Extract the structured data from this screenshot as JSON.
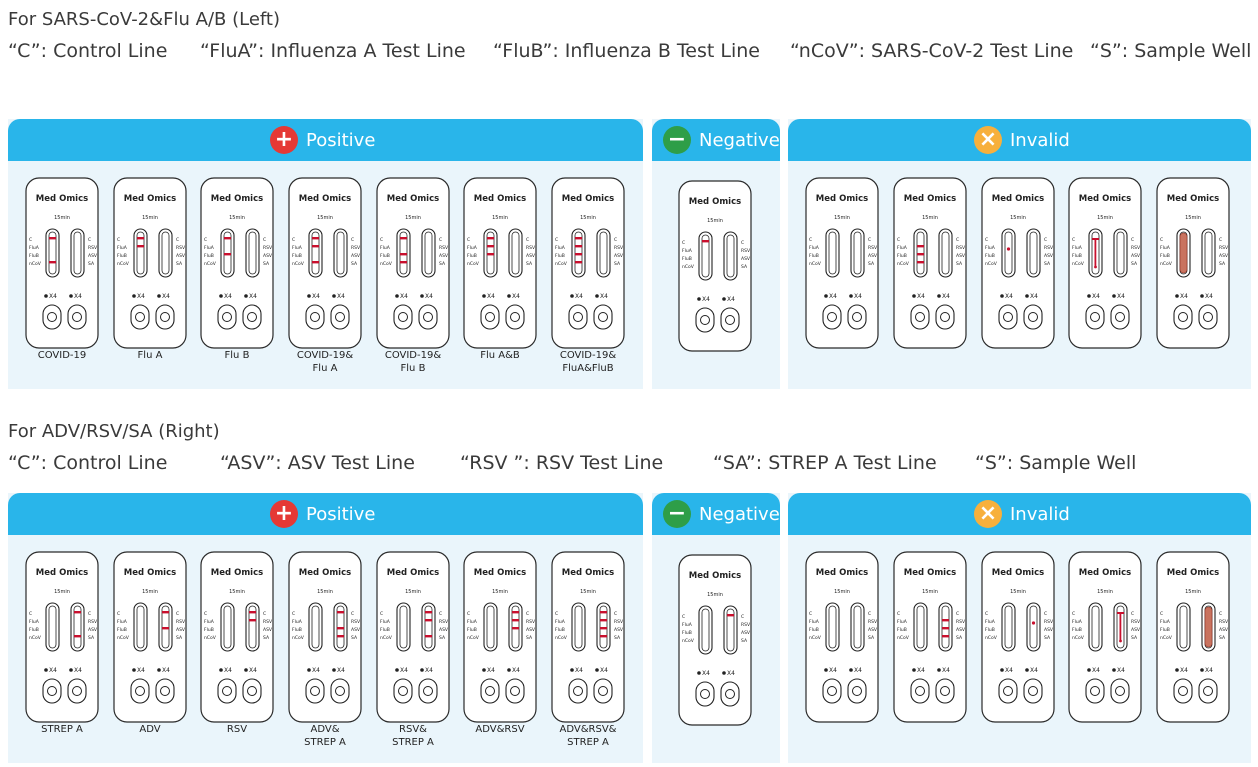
{
  "colors": {
    "header_bg": "#29b5ea",
    "panel_bg": "#eaf5fb",
    "line_red": "#c8102e",
    "positive_icon": "#e53935",
    "negative_icon": "#2e9e48",
    "invalid_icon": "#f7b03c"
  },
  "cassette_text": {
    "brand_a": "Med",
    "brand_b": "mics",
    "timer": "15min",
    "left_labels": [
      "C",
      "FluA",
      "FluB",
      "nCoV"
    ],
    "right_labels": [
      "C",
      "RSV",
      "ASV",
      "SA"
    ],
    "drop_label": "X4"
  },
  "sections": [
    {
      "title": "For SARS-CoV-2&Flu A/B (Left)",
      "legend": [
        "“C”: Control Line",
        "“FluA”: Influenza A Test Line",
        "“FluB”: Influenza B Test Line",
        "“nCoV”: SARS-CoV-2 Test Line",
        "“S”: Sample Well"
      ],
      "positive_label": "Positive",
      "negative_label": "Negative",
      "invalid_label": "Invalid",
      "positive": [
        {
          "caption": [
            "COVID-19"
          ],
          "lines": {
            "window": "left",
            "marks": [
              "C",
              "nCoV"
            ]
          }
        },
        {
          "caption": [
            "Flu A"
          ],
          "lines": {
            "window": "left",
            "marks": [
              "C",
              "FluA"
            ]
          }
        },
        {
          "caption": [
            "Flu B"
          ],
          "lines": {
            "window": "left",
            "marks": [
              "C",
              "FluB"
            ]
          }
        },
        {
          "caption": [
            "COVID-19&",
            "Flu A"
          ],
          "lines": {
            "window": "left",
            "marks": [
              "C",
              "FluA",
              "nCoV"
            ]
          }
        },
        {
          "caption": [
            "COVID-19&",
            "Flu B"
          ],
          "lines": {
            "window": "left",
            "marks": [
              "C",
              "FluB",
              "nCoV"
            ]
          }
        },
        {
          "caption": [
            "Flu A&B"
          ],
          "lines": {
            "window": "left",
            "marks": [
              "C",
              "FluA",
              "FluB"
            ]
          }
        },
        {
          "caption": [
            "COVID-19&",
            "FluA&FluB"
          ],
          "lines": {
            "window": "left",
            "marks": [
              "C",
              "FluA",
              "FluB",
              "nCoV"
            ]
          }
        }
      ],
      "negative": [
        {
          "caption": [],
          "lines": {
            "window": "left",
            "marks": [
              "C"
            ]
          }
        }
      ],
      "invalid": [
        {
          "caption": [],
          "lines": {
            "window": "left",
            "marks": []
          }
        },
        {
          "caption": [],
          "lines": {
            "window": "left",
            "marks": [
              "FluA",
              "FluB",
              "nCoV"
            ]
          }
        },
        {
          "caption": [],
          "lines": {
            "window": "left",
            "marks": [
              "dot-mid"
            ]
          }
        },
        {
          "caption": [],
          "lines": {
            "window": "left",
            "marks": [
              "partial"
            ]
          }
        },
        {
          "caption": [],
          "lines": {
            "window": "left",
            "marks": [
              "smear"
            ]
          }
        }
      ]
    },
    {
      "title": "For ADV/RSV/SA (Right)",
      "legend": [
        "“C”: Control Line",
        "“ASV”: ASV Test Line",
        "“RSV ”: RSV Test Line",
        "“SA”: STREP A Test Line",
        "“S”: Sample Well"
      ],
      "positive_label": "Positive",
      "negative_label": "Negative",
      "invalid_label": "Invalid",
      "positive": [
        {
          "caption": [
            "STREP A"
          ],
          "lines": {
            "window": "right",
            "marks": [
              "C",
              "SA"
            ]
          }
        },
        {
          "caption": [
            "ADV"
          ],
          "lines": {
            "window": "right",
            "marks": [
              "C",
              "ASV"
            ]
          }
        },
        {
          "caption": [
            "RSV"
          ],
          "lines": {
            "window": "right",
            "marks": [
              "C",
              "RSV"
            ]
          }
        },
        {
          "caption": [
            "ADV&",
            "STREP A"
          ],
          "lines": {
            "window": "right",
            "marks": [
              "C",
              "ASV",
              "SA"
            ]
          }
        },
        {
          "caption": [
            "RSV&",
            "STREP A"
          ],
          "lines": {
            "window": "right",
            "marks": [
              "C",
              "RSV",
              "SA"
            ]
          }
        },
        {
          "caption": [
            "ADV&RSV"
          ],
          "lines": {
            "window": "right",
            "marks": [
              "C",
              "RSV",
              "ASV"
            ]
          }
        },
        {
          "caption": [
            "ADV&RSV&",
            "STREP A"
          ],
          "lines": {
            "window": "right",
            "marks": [
              "C",
              "RSV",
              "ASV",
              "SA"
            ]
          }
        }
      ],
      "negative": [
        {
          "caption": [],
          "lines": {
            "window": "right",
            "marks": [
              "C"
            ]
          }
        }
      ],
      "invalid": [
        {
          "caption": [],
          "lines": {
            "window": "right",
            "marks": []
          }
        },
        {
          "caption": [],
          "lines": {
            "window": "right",
            "marks": [
              "RSV",
              "ASV",
              "SA"
            ]
          }
        },
        {
          "caption": [],
          "lines": {
            "window": "right",
            "marks": [
              "dot-mid"
            ]
          }
        },
        {
          "caption": [],
          "lines": {
            "window": "right",
            "marks": [
              "partial"
            ]
          }
        },
        {
          "caption": [],
          "lines": {
            "window": "right",
            "marks": [
              "smear"
            ]
          }
        }
      ]
    }
  ]
}
